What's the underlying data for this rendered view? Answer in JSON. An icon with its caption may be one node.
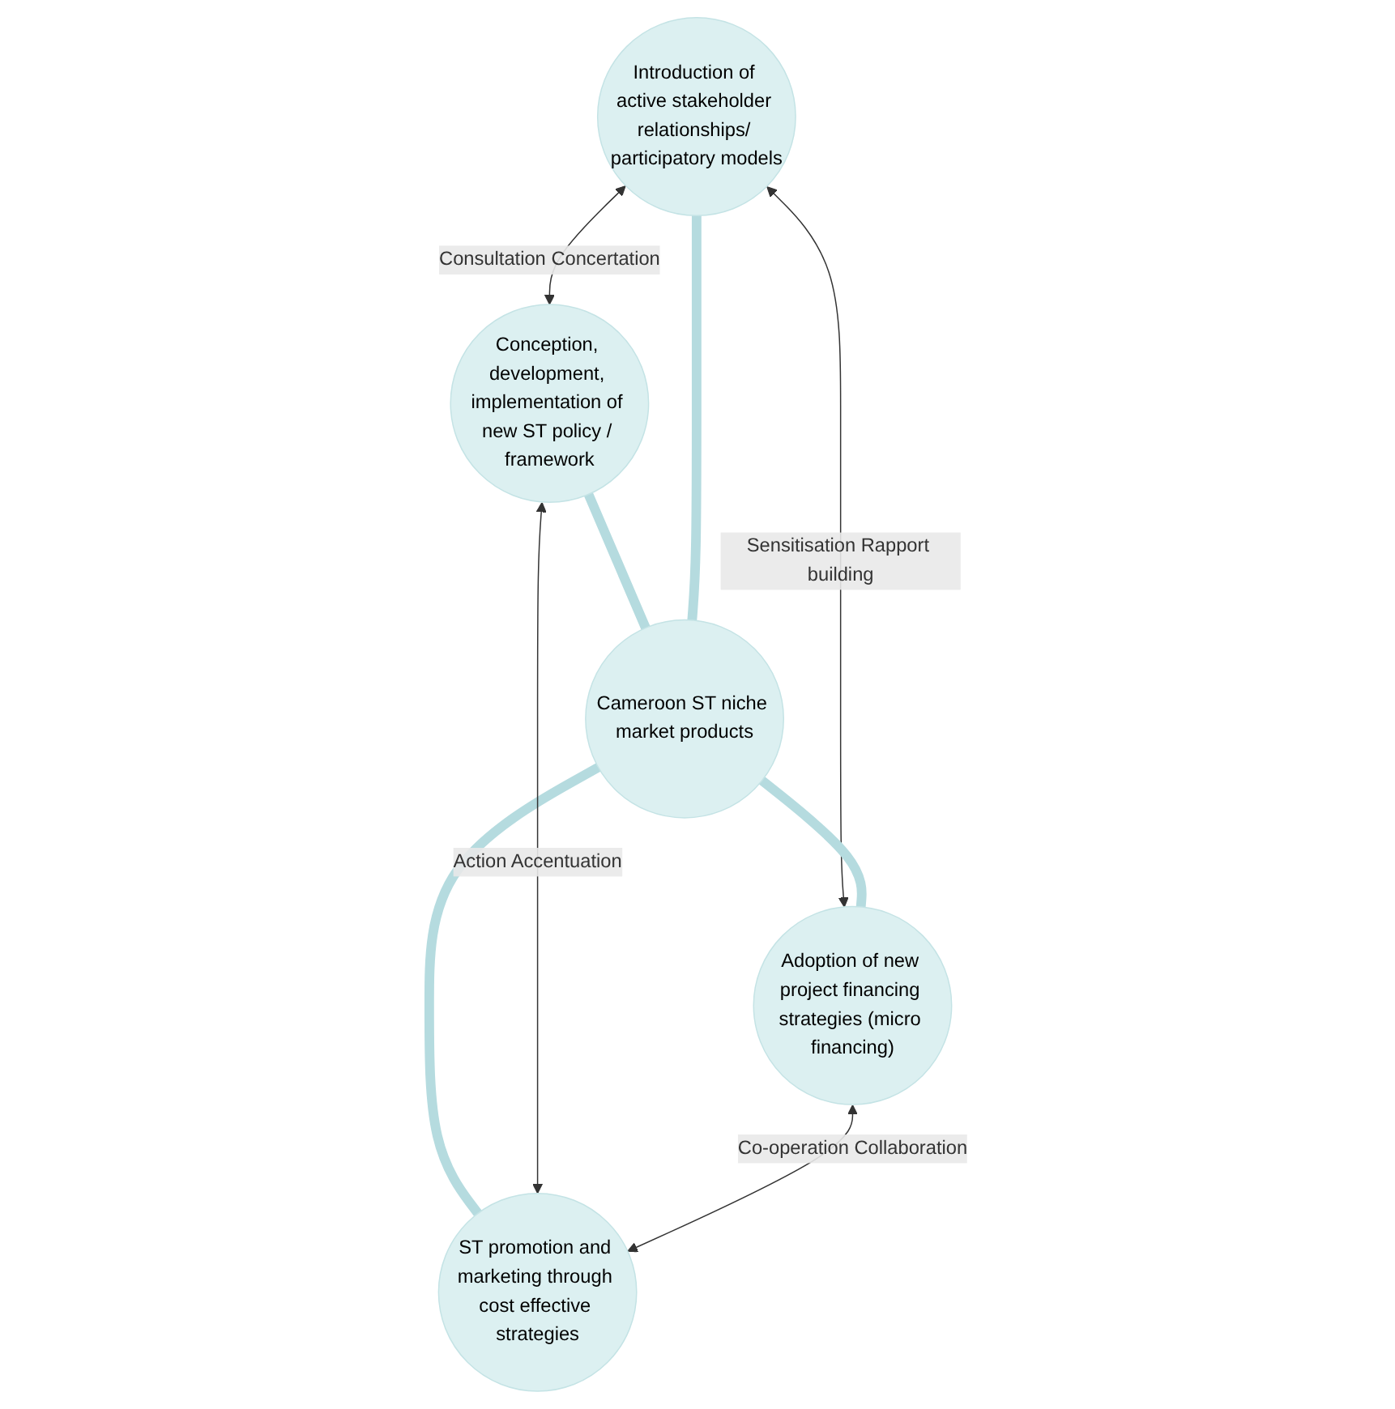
{
  "diagram": {
    "nodes": [
      {
        "text": [
          "Introduction of active stakeholder relationships/ participatory models"
        ]
      },
      {
        "text": [
          "Conception, development, implementation of new ST policy / framework"
        ]
      },
      {
        "text": [
          "Cameroon ST niche market products"
        ]
      },
      {
        "text": [
          "Adoption of new project financing strategies (micro financing)"
        ]
      },
      {
        "text": [
          "ST promotion and marketing through cost effective strategies"
        ]
      }
    ],
    "edges": [
      {
        "from": 0,
        "to": 1,
        "arrow": "both",
        "label": "Consultation Concertation"
      },
      {
        "from": 0,
        "to": 3,
        "arrow": "both",
        "label": "Sensitisation Rapport building"
      },
      {
        "from": 2,
        "to": 0,
        "arrow": "none",
        "style": "thick",
        "color": "#b5dbdf"
      },
      {
        "from": 1,
        "to": 2,
        "arrow": "none",
        "style": "thick",
        "color": "#b5dbdf"
      },
      {
        "from": 2,
        "to": 3,
        "arrow": "none",
        "style": "thick",
        "color": "#b5dbdf"
      },
      {
        "from": 2,
        "to": 4,
        "arrow": "none",
        "style": "thick",
        "color": "#b5dbdf"
      },
      {
        "from": 1,
        "to": 4,
        "arrow": "both",
        "label": "Action Accentuation"
      },
      {
        "from": 3,
        "to": 4,
        "arrow": "both",
        "label": "Co-operation Collaboration"
      }
    ]
  }
}
